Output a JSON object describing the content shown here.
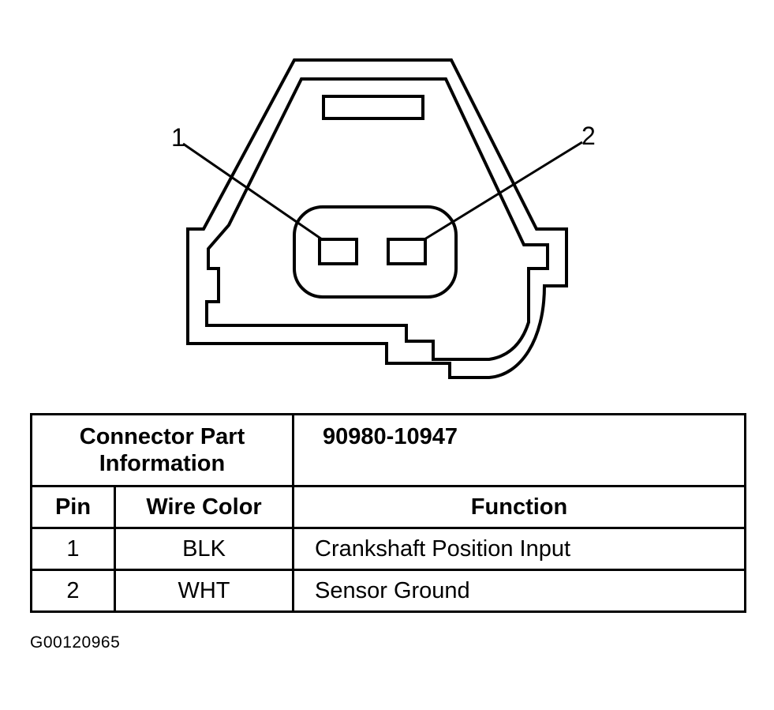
{
  "diagram": {
    "pin_labels": [
      "1",
      "2"
    ]
  },
  "table": {
    "connector_label_line1": "Connector Part",
    "connector_label_line2": "Information",
    "part_number": "90980-10947",
    "headers": {
      "pin": "Pin",
      "wire_color": "Wire Color",
      "function": "Function"
    },
    "rows": [
      {
        "pin": "1",
        "wire_color": "BLK",
        "function": "Crankshaft Position Input"
      },
      {
        "pin": "2",
        "wire_color": "WHT",
        "function": "Sensor Ground"
      }
    ]
  },
  "figure_id": "G00120965"
}
